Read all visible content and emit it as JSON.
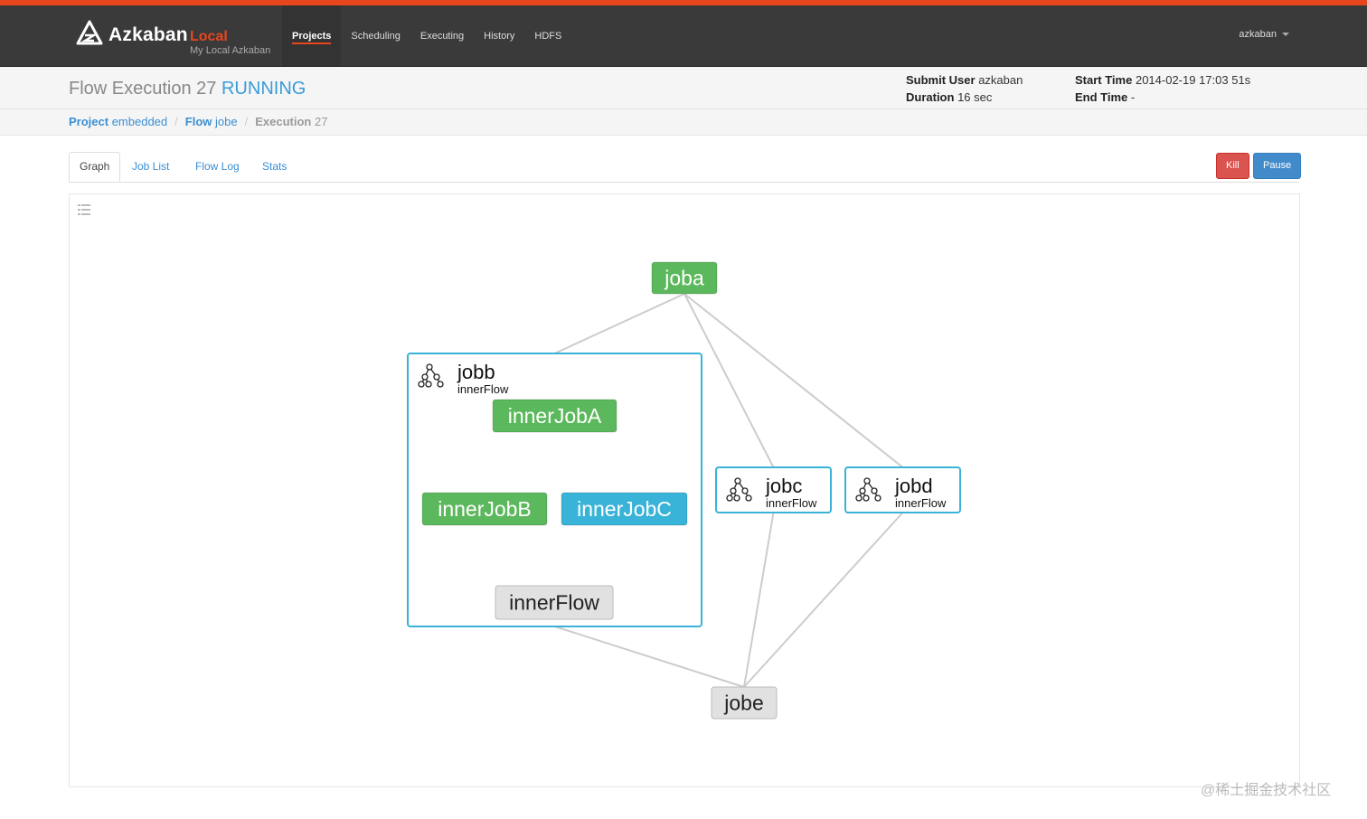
{
  "brand": {
    "name": "Azkaban",
    "environment": "Local",
    "subtitle": "My Local Azkaban"
  },
  "nav": {
    "items": [
      {
        "label": "Projects",
        "active": true
      },
      {
        "label": "Scheduling"
      },
      {
        "label": "Executing"
      },
      {
        "label": "History"
      },
      {
        "label": "HDFS"
      }
    ],
    "user": "azkaban"
  },
  "header": {
    "title_prefix": "Flow Execution 27",
    "status": "RUNNING",
    "submit_user_label": "Submit User",
    "submit_user": "azkaban",
    "duration_label": "Duration",
    "duration": "16 sec",
    "start_time_label": "Start Time",
    "start_time": "2014-02-19 17:03 51s",
    "end_time_label": "End Time",
    "end_time": "-"
  },
  "breadcrumb": {
    "project_label": "Project",
    "project": "embedded",
    "flow_label": "Flow",
    "flow": "jobe",
    "execution_label": "Execution",
    "execution": "27"
  },
  "tabs": [
    "Graph",
    "Job List",
    "Flow Log",
    "Stats"
  ],
  "actions": {
    "kill": "Kill",
    "pause": "Pause"
  },
  "graph": {
    "colors": {
      "succeeded": "#5cb85c",
      "running": "#39b3d7",
      "ready": "#e1e1e1",
      "edge": "#cccccc",
      "flow_border": "#39b3d7"
    },
    "nodes": [
      {
        "id": "joba",
        "label": "joba",
        "status": "succeeded"
      },
      {
        "id": "jobb",
        "label": "jobb",
        "sublabel": "innerFlow",
        "type": "flow",
        "status": "running"
      },
      {
        "id": "innerJobA",
        "label": "innerJobA",
        "status": "succeeded"
      },
      {
        "id": "innerJobB",
        "label": "innerJobB",
        "status": "succeeded"
      },
      {
        "id": "innerJobC",
        "label": "innerJobC",
        "status": "running"
      },
      {
        "id": "innerFlow",
        "label": "innerFlow",
        "status": "ready"
      },
      {
        "id": "jobc",
        "label": "jobc",
        "sublabel": "innerFlow",
        "type": "flow",
        "status": "running"
      },
      {
        "id": "jobd",
        "label": "jobd",
        "sublabel": "innerFlow",
        "type": "flow",
        "status": "running"
      },
      {
        "id": "jobe",
        "label": "jobe",
        "status": "ready"
      }
    ],
    "edges": [
      [
        "joba",
        "jobb"
      ],
      [
        "joba",
        "jobc"
      ],
      [
        "joba",
        "jobd"
      ],
      [
        "innerJobA",
        "innerJobB"
      ],
      [
        "innerJobA",
        "innerJobC"
      ],
      [
        "innerJobB",
        "innerFlow"
      ],
      [
        "innerJobC",
        "innerFlow"
      ],
      [
        "jobb",
        "jobe"
      ],
      [
        "jobc",
        "jobe"
      ],
      [
        "jobd",
        "jobe"
      ]
    ]
  },
  "watermark": "@稀土掘金技术社区"
}
